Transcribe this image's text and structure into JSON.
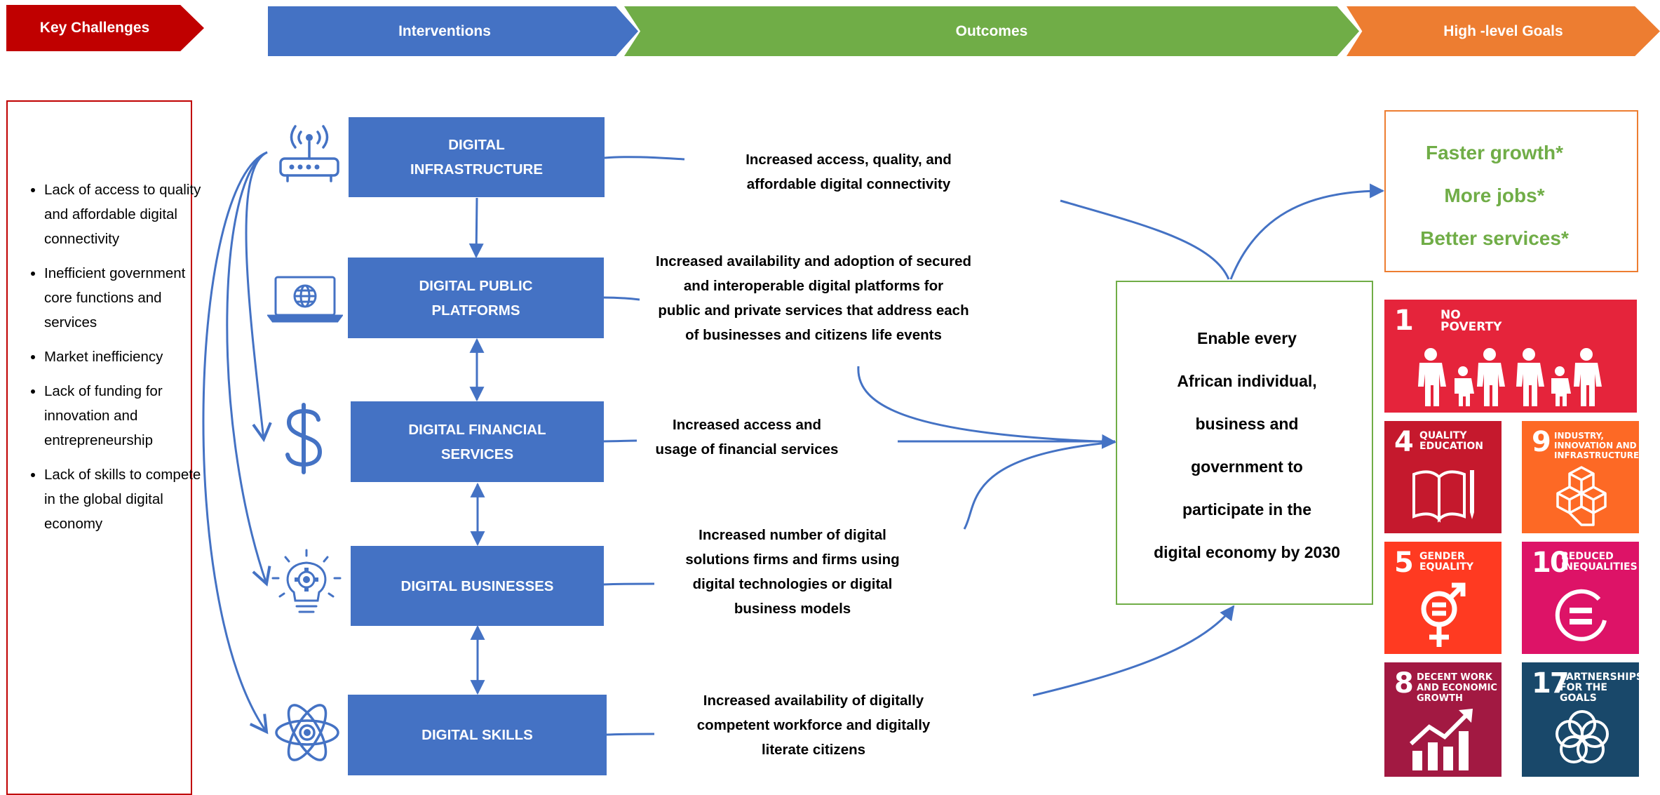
{
  "header": {
    "key_challenges": "Key Challenges",
    "interventions": "Interventions",
    "outcomes": "Outcomes",
    "high_level_goals": "High  -level Goals"
  },
  "challenges": [
    "Lack of access to quality and affordable digital connectivity",
    "Inefficient government core functions and services",
    "Market inefficiency",
    "Lack of funding for innovation and entrepreneurship",
    "Lack of skills to compete in the global digital economy"
  ],
  "interventions": [
    {
      "line1": "DIGITAL",
      "line2": "INFRASTRUCTURE",
      "icon": "wifi-router-icon"
    },
    {
      "line1": "DIGITAL PUBLIC",
      "line2": "PLATFORMS",
      "icon": "laptop-globe-icon"
    },
    {
      "line1": "DIGITAL FINANCIAL",
      "line2": "SERVICES",
      "icon": "dollar-icon"
    },
    {
      "line1": "DIGITAL BUSINESSES",
      "line2": "",
      "icon": "lightbulb-gear-icon"
    },
    {
      "line1": "DIGITAL SKILLS",
      "line2": "",
      "icon": "atom-icon"
    }
  ],
  "outcomes": [
    [
      "Increased access, quality, and",
      "affordable digital connectivity"
    ],
    [
      "Increased availability and adoption of secured",
      "and interoperable digital platforms for",
      "public and private services that address each",
      "of businesses and citizens life events"
    ],
    [
      "Increased access and",
      "usage of financial services"
    ],
    [
      "Increased number of digital",
      "solutions firms and firms using",
      "digital technologies or digital",
      "business models"
    ],
    [
      "Increased availability of digitally",
      "competent workforce and digitally",
      "literate citizens"
    ]
  ],
  "vision": [
    "Enable every",
    "African individual,",
    "business and",
    "government to",
    "participate in the",
    "digital economy by 2030"
  ],
  "goals": [
    "Faster growth*",
    "More jobs*",
    "Better services*"
  ],
  "sdgs": [
    {
      "number": "1",
      "label": "NO POVERTY",
      "color": "#e5243b",
      "icon": "family-icon"
    },
    {
      "number": "4",
      "label": "QUALITY EDUCATION",
      "color": "#c5192d",
      "icon": "book-pen-icon"
    },
    {
      "number": "9",
      "label": "INDUSTRY, INNOVATION AND INFRASTRUCTURE",
      "color": "#fd6925",
      "icon": "cubes-icon"
    },
    {
      "number": "5",
      "label": "GENDER EQUALITY",
      "color": "#ff3a21",
      "icon": "gender-equality-icon"
    },
    {
      "number": "10",
      "label": "REDUCED INEQUALITIES",
      "color": "#dd1367",
      "icon": "equals-circle-icon"
    },
    {
      "number": "8",
      "label": "DECENT WORK AND ECONOMIC GROWTH",
      "color": "#a21942",
      "icon": "growth-chart-icon"
    },
    {
      "number": "17",
      "label": "PARTNERSHIPS FOR THE GOALS",
      "color": "#19486a",
      "icon": "rings-flower-icon"
    }
  ],
  "colors": {
    "blue": "#4472c4",
    "green": "#70ad47",
    "orange": "#ed7d31",
    "red": "#c00000"
  }
}
